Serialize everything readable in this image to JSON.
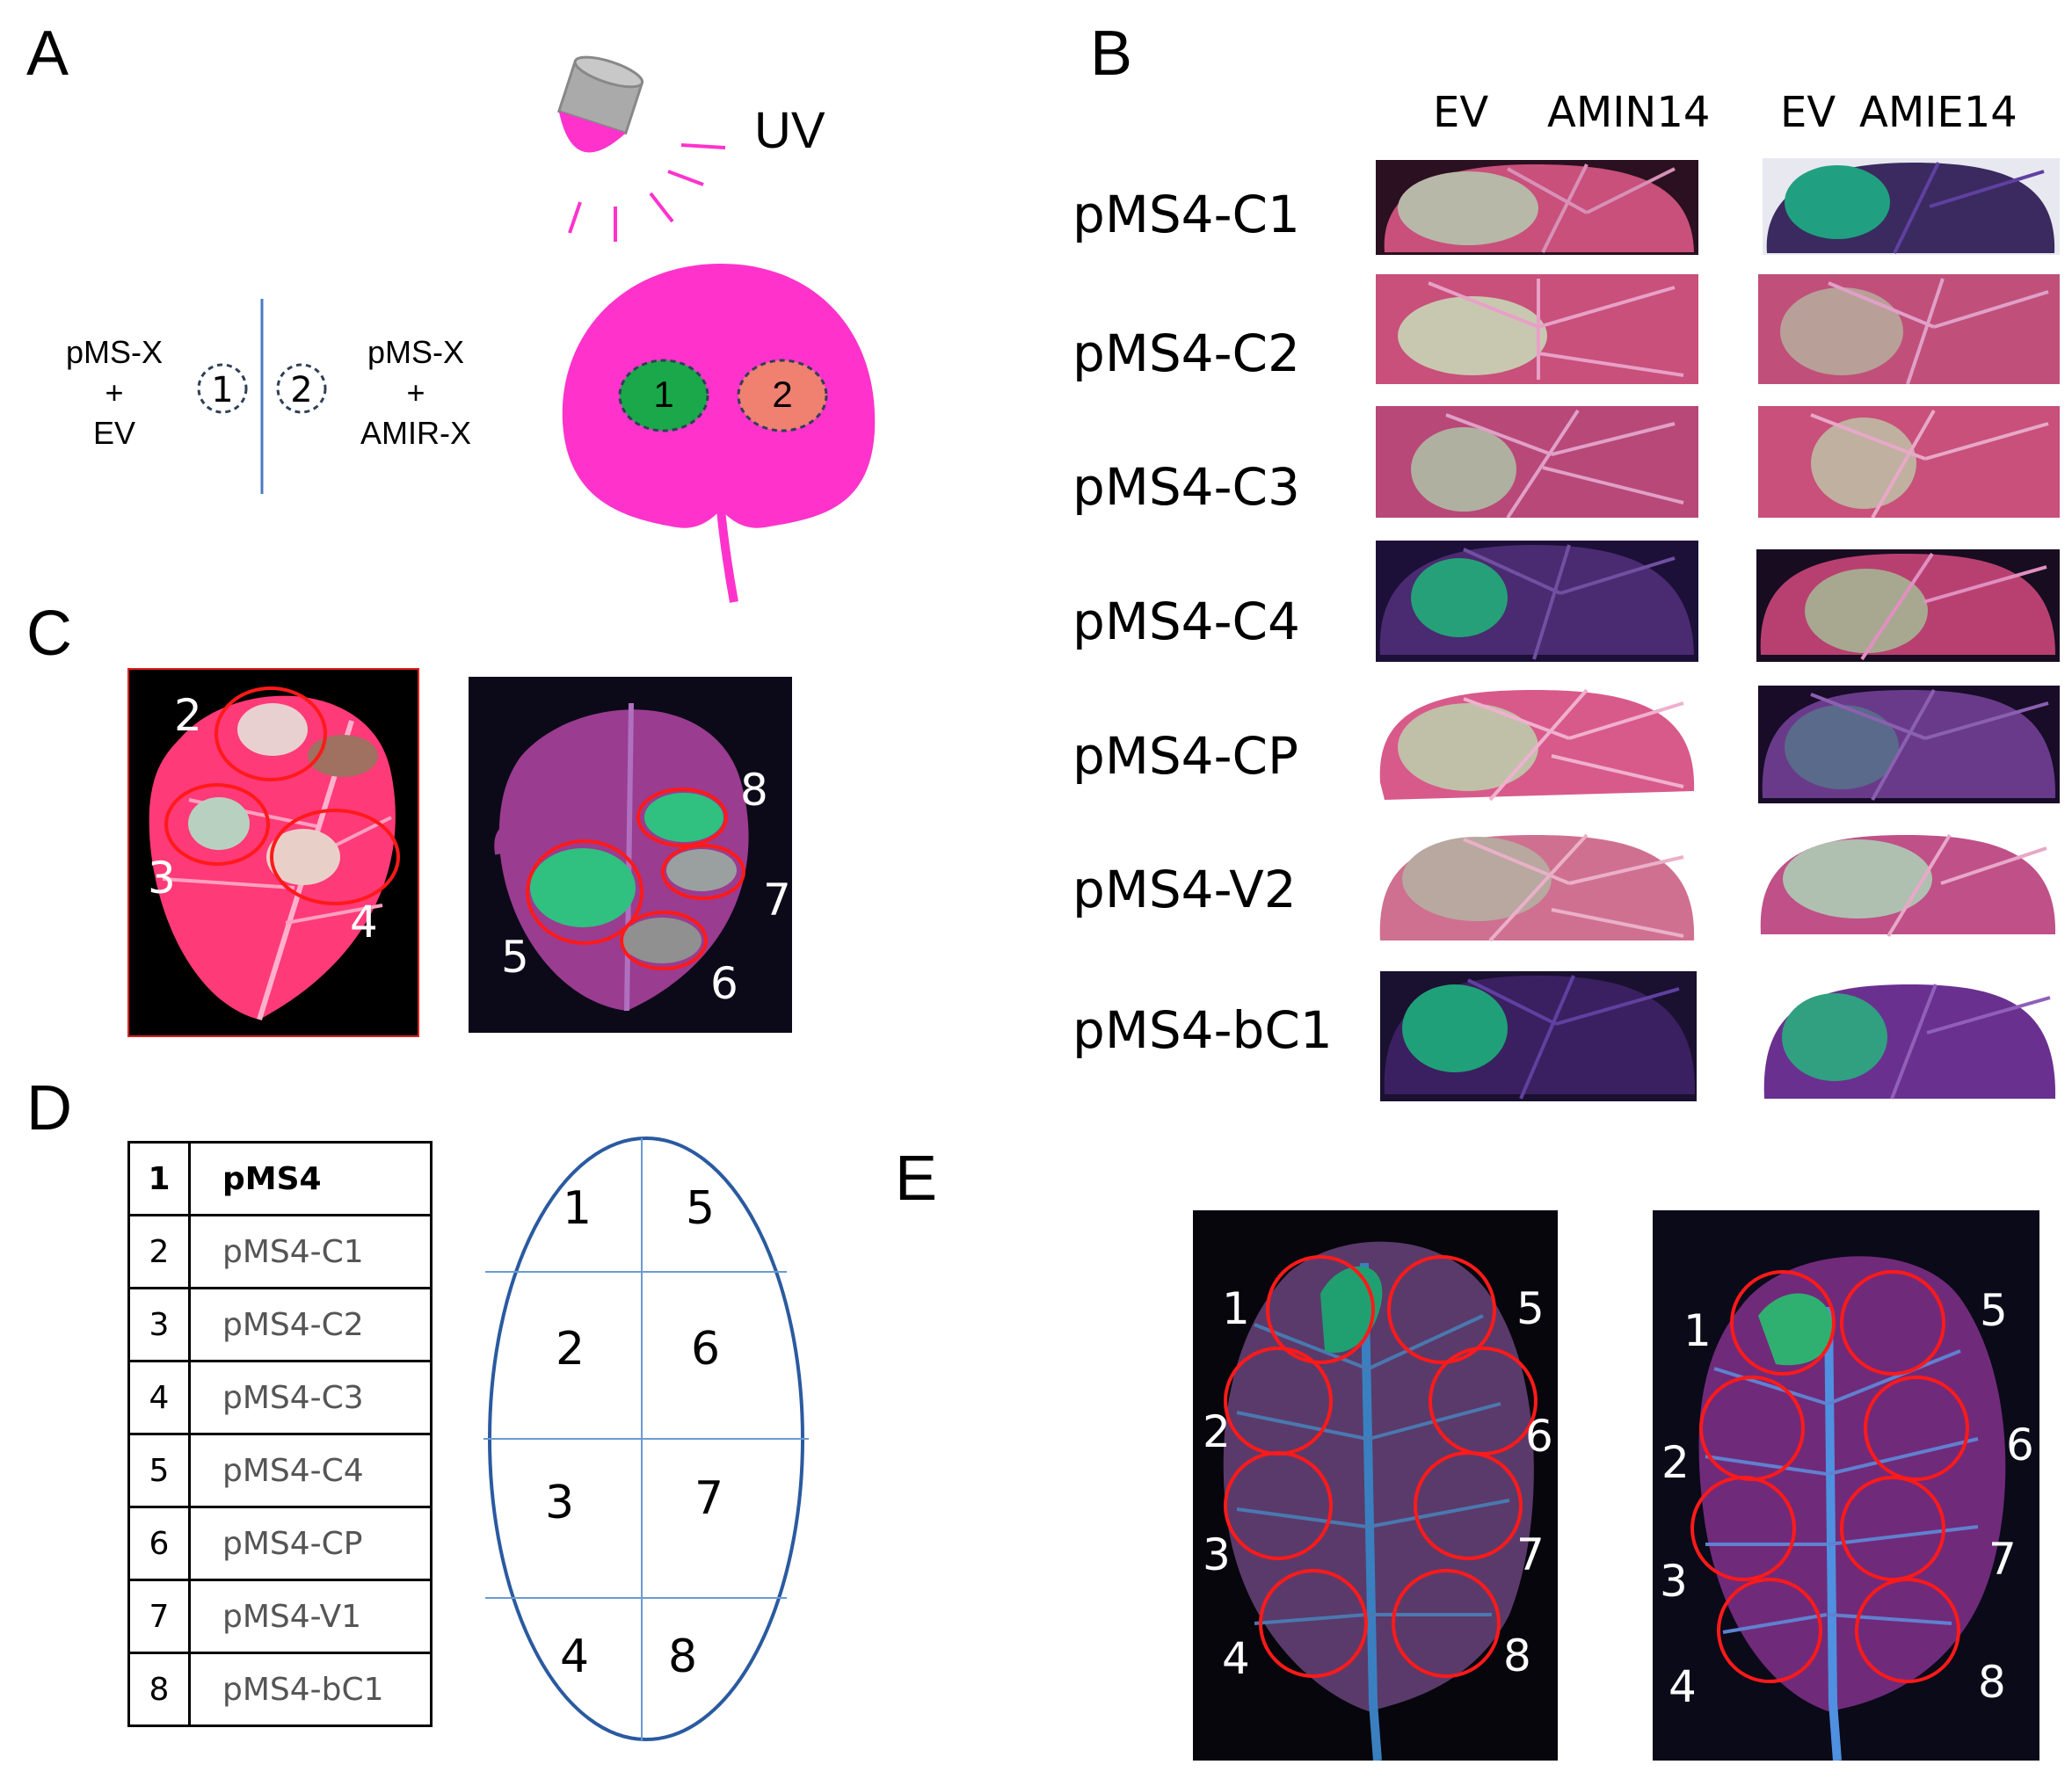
{
  "panels": {
    "a": "A",
    "b": "B",
    "c": "C",
    "d": "D",
    "e": "E"
  },
  "panelA": {
    "uv": "UV",
    "left_line1": "pMS-X",
    "left_line2": "+",
    "left_line3": "EV",
    "right_line1": "pMS-X",
    "right_line2": "+",
    "right_line3": "AMIR-X",
    "spot1": "1",
    "spot2": "2"
  },
  "panelB": {
    "headers": [
      "EV",
      "AMIN14",
      "EV",
      "AMIE14"
    ],
    "rows": [
      "pMS4-C1",
      "pMS4-C2",
      "pMS4-C3",
      "pMS4-C4",
      "pMS4-CP",
      "pMS4-V2",
      "pMS4-bC1"
    ]
  },
  "panelC": {
    "left_numbers": [
      "2",
      "3",
      "4"
    ],
    "right_numbers": [
      "8",
      "7",
      "5",
      "6"
    ]
  },
  "panelD": {
    "table": [
      {
        "n": "1",
        "name": "pMS4"
      },
      {
        "n": "2",
        "name": "pMS4-C1"
      },
      {
        "n": "3",
        "name": "pMS4-C2"
      },
      {
        "n": "4",
        "name": "pMS4-C3"
      },
      {
        "n": "5",
        "name": "pMS4-C4"
      },
      {
        "n": "6",
        "name": "pMS4-CP"
      },
      {
        "n": "7",
        "name": "pMS4-V1"
      },
      {
        "n": "8",
        "name": "pMS4-bC1"
      }
    ],
    "grid": [
      "1",
      "5",
      "2",
      "6",
      "3",
      "7",
      "4",
      "8"
    ]
  },
  "panelE": {
    "left_labels": [
      "1",
      "2",
      "3",
      "4"
    ],
    "right_labels": [
      "5",
      "6",
      "7",
      "8"
    ]
  },
  "colors": {
    "leaf_magenta": "#ff33cc",
    "gfp_green": "#1aa84a",
    "circle_red": "#ff1a1a",
    "axis_blue": "#2a5aa0"
  }
}
